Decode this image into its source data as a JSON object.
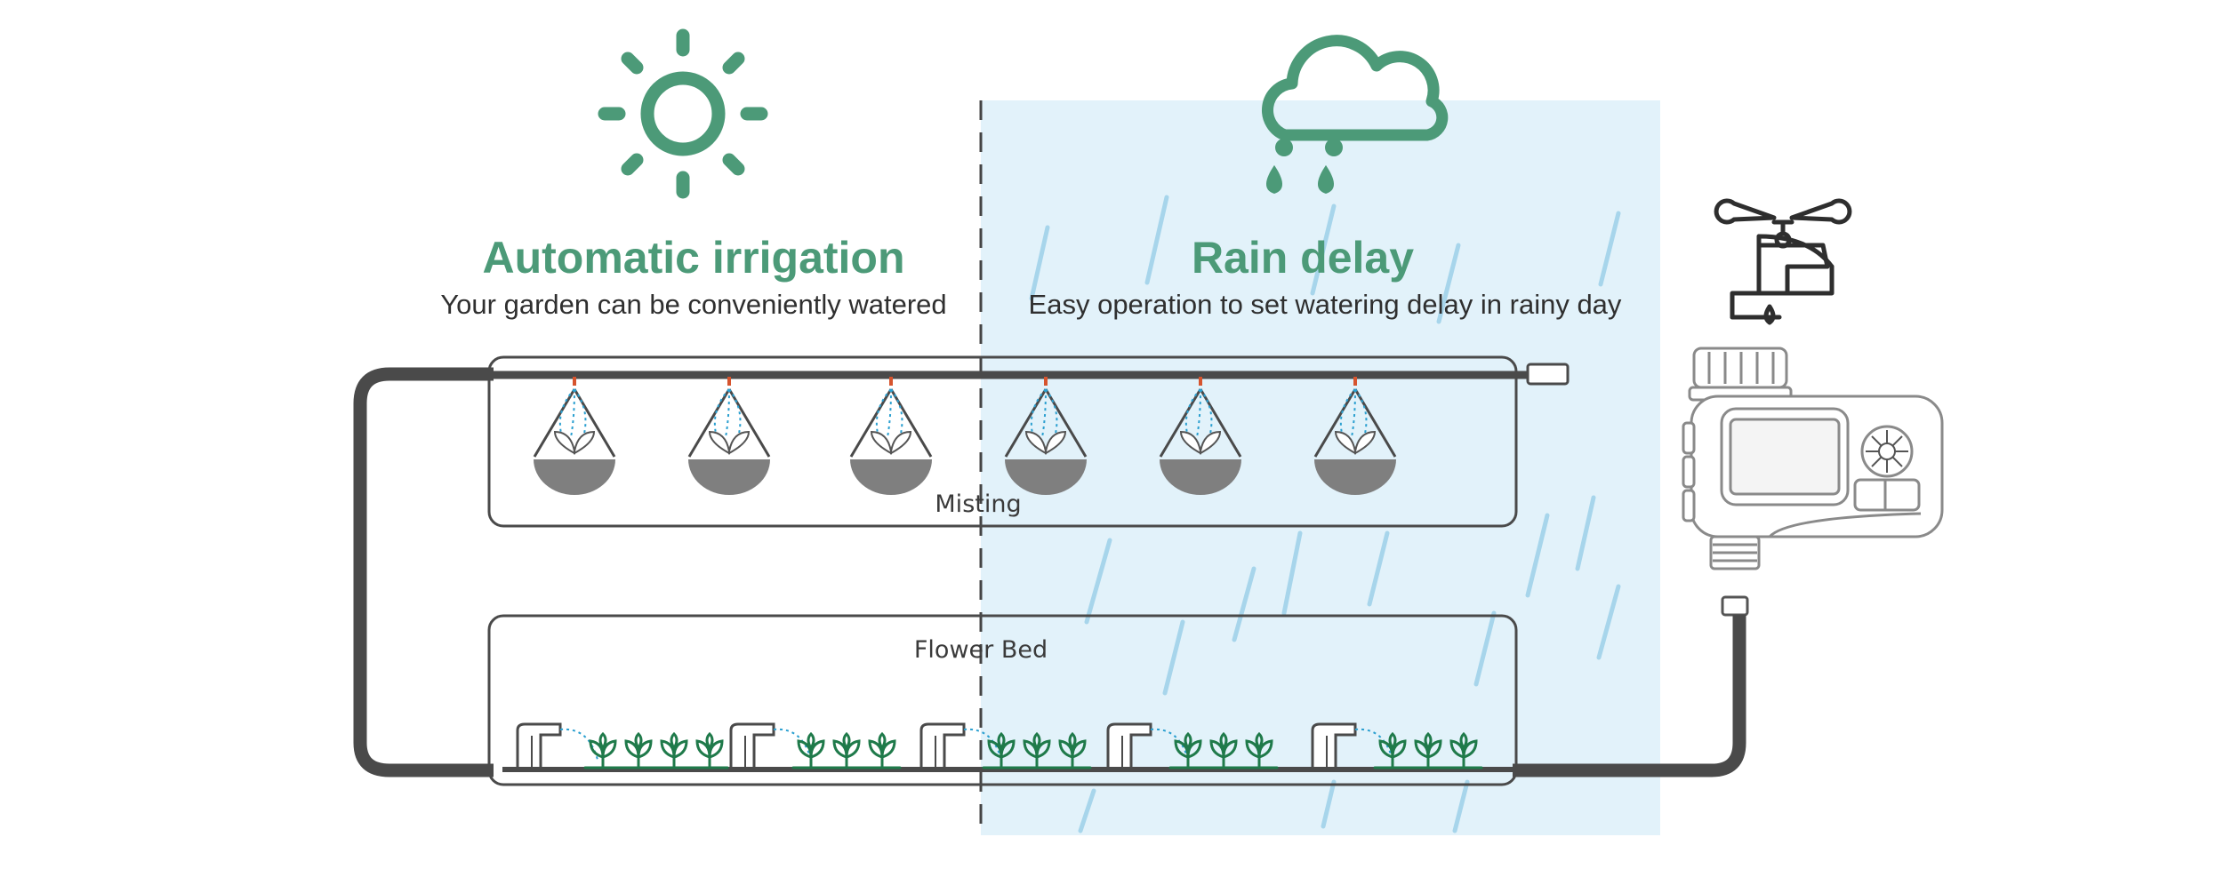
{
  "features": {
    "automatic": {
      "title": "Automatic irrigation",
      "subtitle": "Your garden can be conveniently watered",
      "icon": "sun-icon"
    },
    "rain": {
      "title": "Rain delay",
      "subtitle": "Easy operation to set watering delay in rainy day",
      "icon": "rain-cloud-icon"
    }
  },
  "zones": {
    "misting_label": "Misting",
    "flower_bed_label": "Flower Bed"
  },
  "devices": {
    "faucet_icon": "faucet-icon",
    "timer_icon": "water-timer-icon"
  },
  "colors": {
    "accent_green": "#4c9a78",
    "plant_green": "#1f7a4a",
    "hose": "#4a4a4a",
    "rain_panel": "#e2f2fa",
    "rain_streak": "#9dd1e9",
    "spray": "#2a9fd0"
  }
}
